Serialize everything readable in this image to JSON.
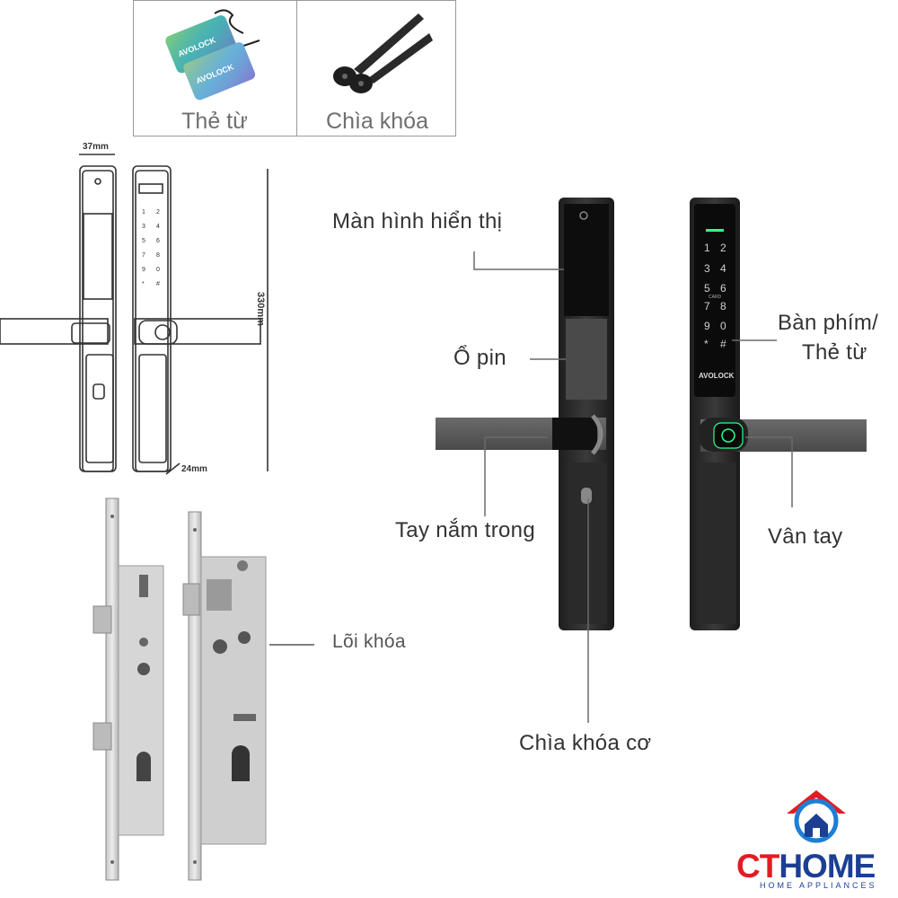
{
  "accessories": {
    "card_label": "Thẻ từ",
    "key_label": "Chìa khóa",
    "card_brand": "AVOLOCK"
  },
  "dimensions": {
    "width": "37mm",
    "height": "330mm",
    "depth": "24mm"
  },
  "callouts": {
    "display": "Màn hình hiển thị",
    "battery": "Ổ pin",
    "inner_handle": "Tay nắm trong",
    "mech_key": "Chìa khóa cơ",
    "keypad_line1": "Bàn phím/",
    "keypad_line2": "Thẻ từ",
    "fingerprint": "Vân tay",
    "lock_core": "Lõi khóa"
  },
  "device": {
    "brand": "AVOLOCK",
    "card_text": "CARD",
    "keys": [
      "1",
      "2",
      "3",
      "4",
      "5",
      "6",
      "7",
      "8",
      "9",
      "0",
      "*",
      "#"
    ]
  },
  "logo": {
    "brand_red": "CT",
    "brand_blue": "HOME",
    "tagline": "HOME APPLIANCES",
    "colors": {
      "red": "#e31b23",
      "blue": "#1c3f94"
    }
  }
}
